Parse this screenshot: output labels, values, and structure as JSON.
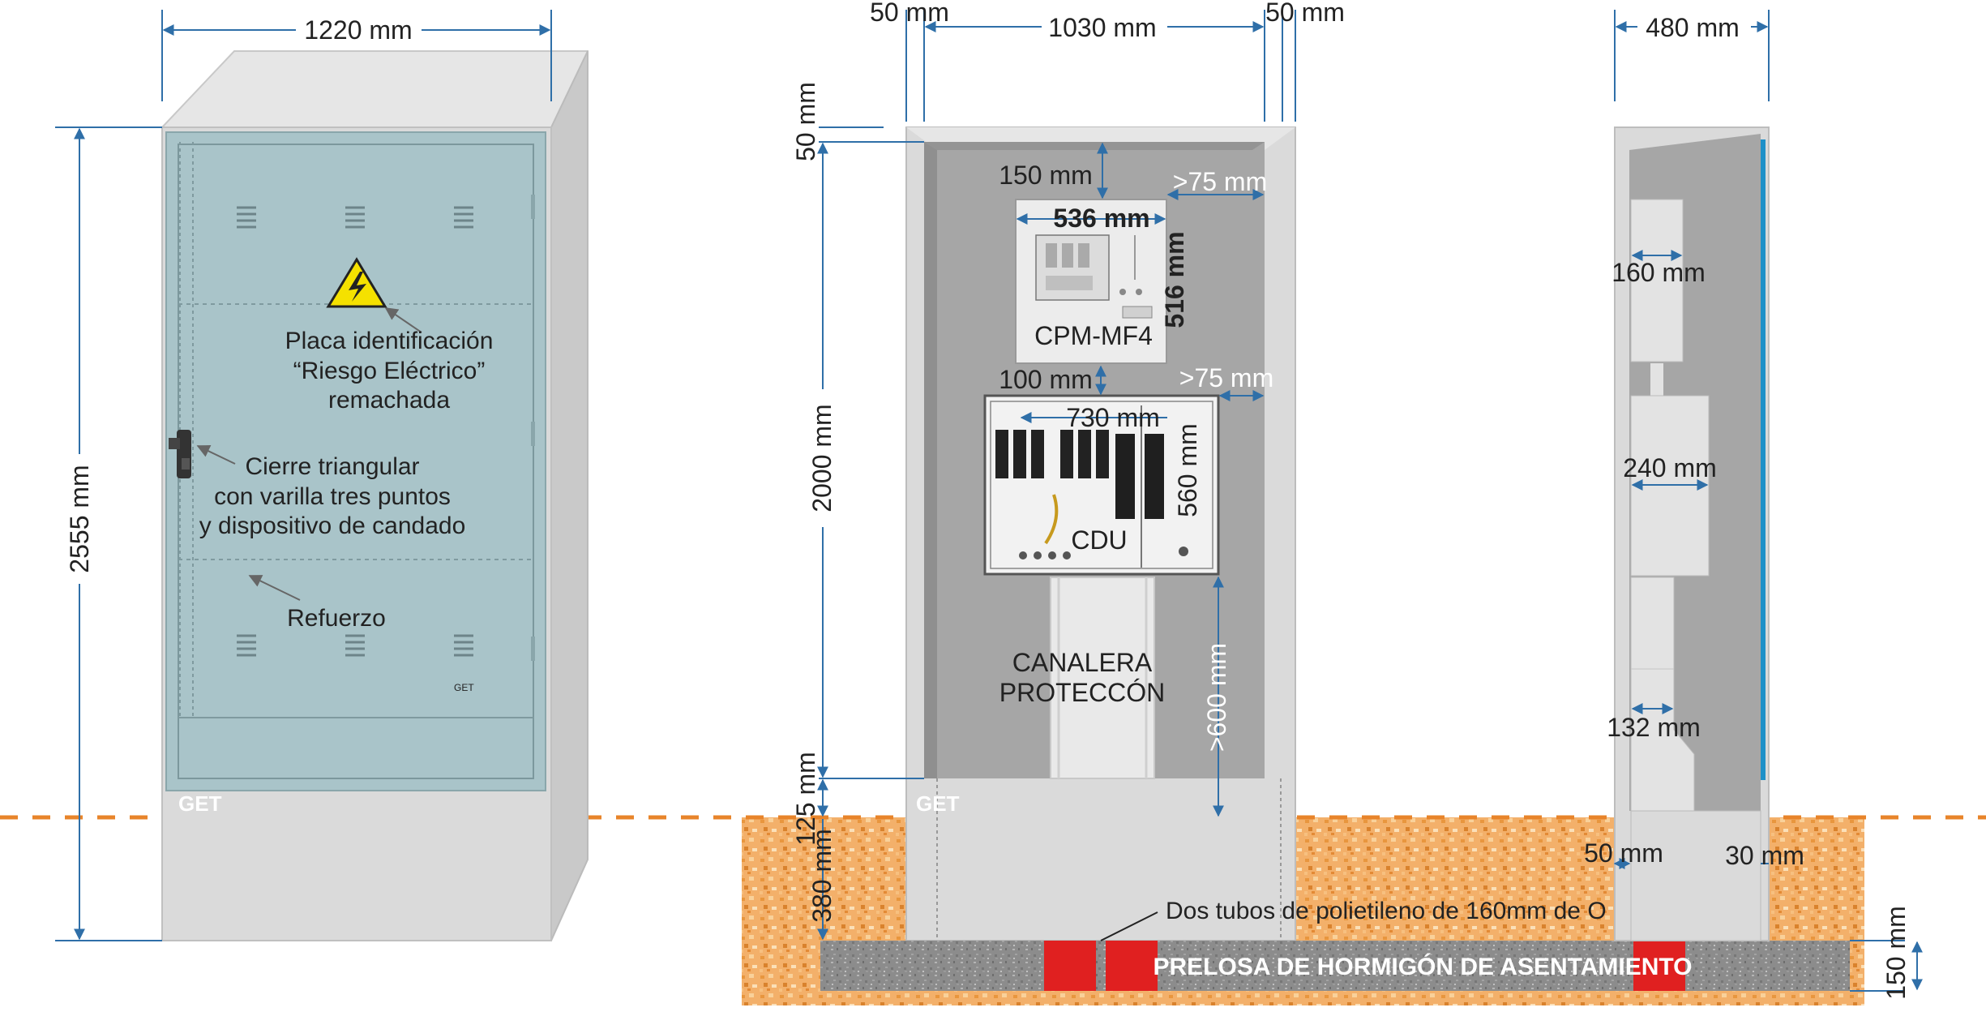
{
  "colors": {
    "cabinet": "#d9d9d9",
    "cabinet_dark": "#bdbdbd",
    "door": "#a9c4c9",
    "interior": "#a6a6a6",
    "ground": "#f3b06a",
    "slab": "#8a8a8a",
    "tube": "#e02020",
    "dimension": "#2f6fa8",
    "ground_line": "#e8842a",
    "accent_blue": "#1e90c8",
    "warning": "#f5e100"
  },
  "front": {
    "width": "1220 mm",
    "height": "2555 mm",
    "brand": "GET",
    "brand_small": "GET",
    "plate_label": [
      "Placa identificación",
      "“Riesgo Eléctrico”",
      "remachada"
    ],
    "lock_label": [
      "Cierre triangular",
      "con varilla tres puntos",
      "y dispositivo de candado"
    ],
    "reinforcement_label": "Refuerzo"
  },
  "interior": {
    "side_left": "50 mm",
    "inner_width": "1030 mm",
    "side_right": "50 mm",
    "top": "50 mm",
    "inner_height": "2000 mm",
    "bottom": "125 mm",
    "buried": "380 mm",
    "gap_top": "150 mm",
    "clear_right_1": ">75 mm",
    "cpm_width": "536 mm",
    "cpm_height": "516 mm",
    "cpm_name": "CPM-MF4",
    "gap_mid": "100 mm",
    "clear_right_2": ">75 mm",
    "cdu_width": "730 mm",
    "cdu_height": "560 mm",
    "cdu_name": "CDU",
    "duct_label": [
      "CANALERA",
      "PROTECCÓN"
    ],
    "duct_clear": ">600 mm",
    "brand": "GET",
    "tubes_label": "Dos tubos de polietileno de 160mm de O",
    "slab_label": "PRELOSA DE HORMIGÓN DE ASENTAMIENTO"
  },
  "side": {
    "depth": "480 mm",
    "cpm_depth": "160 mm",
    "cdu_depth": "240 mm",
    "duct_depth": "132 mm",
    "base_left": "50 mm",
    "base_right": "30 mm",
    "slab_height": "150 mm"
  }
}
